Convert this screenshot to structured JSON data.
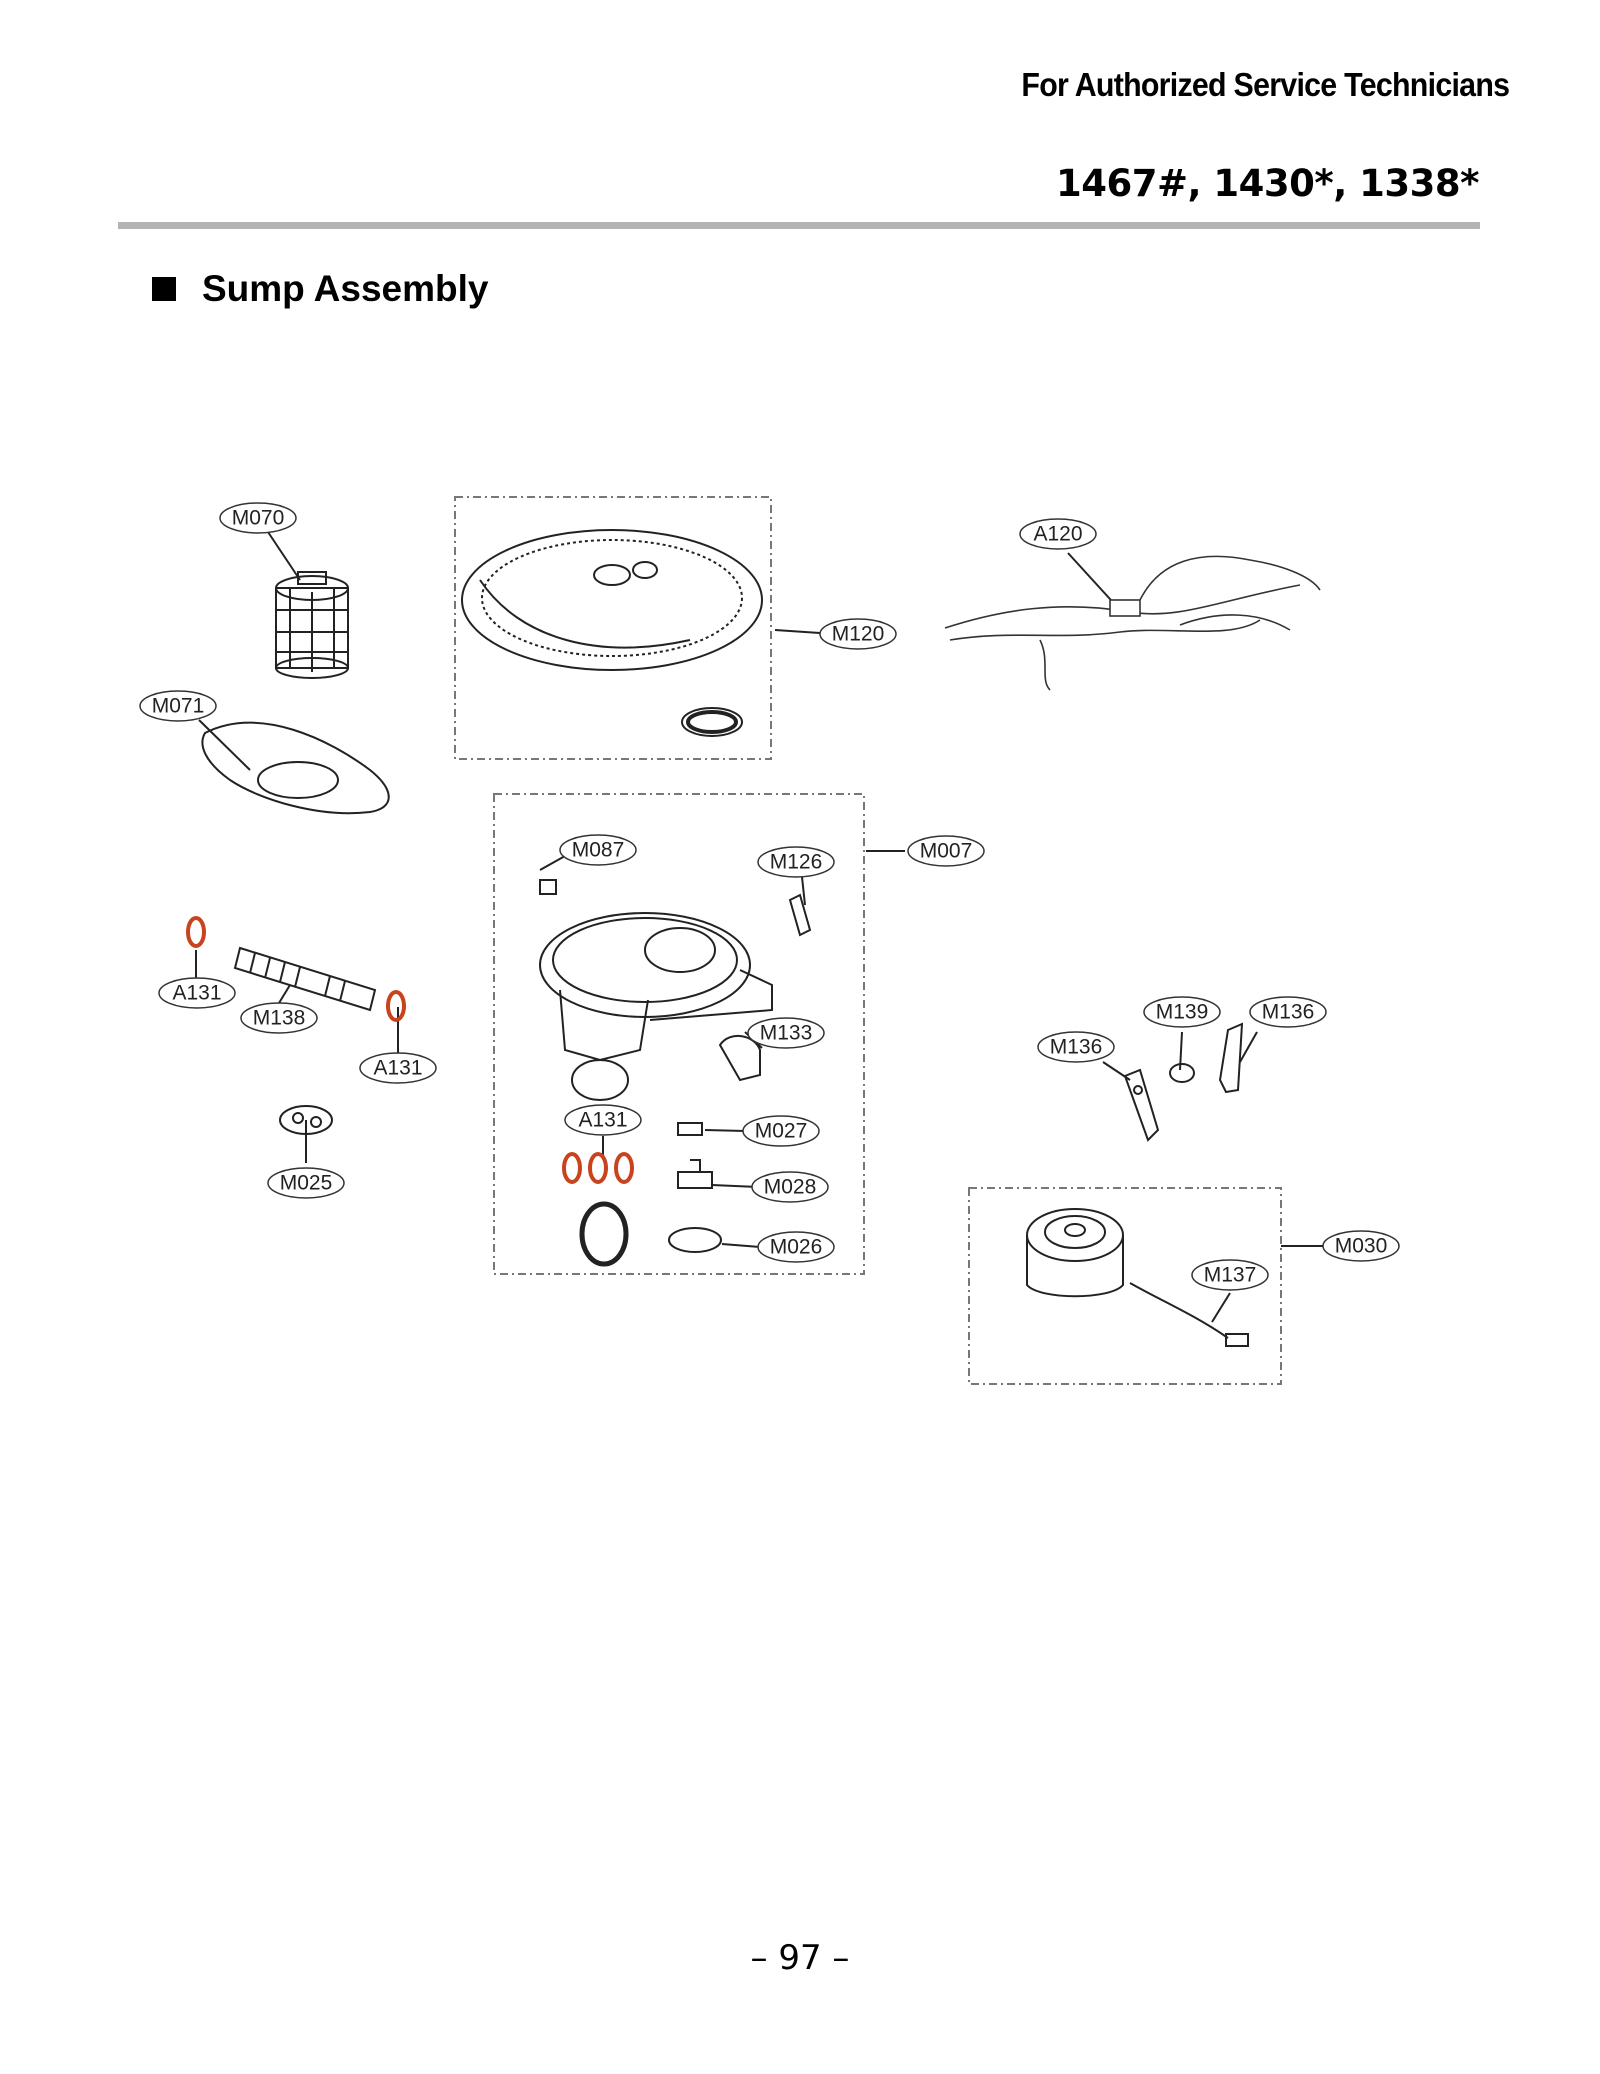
{
  "header": {
    "audience": "For Authorized Service Technicians",
    "models": "1467#, 1430*, 1338*"
  },
  "section": {
    "title": "Sump Assembly"
  },
  "callouts": {
    "M070": "M070",
    "M071": "M071",
    "M120": "M120",
    "A120": "A120",
    "M087": "M087",
    "M126": "M126",
    "M007": "M007",
    "A131_a": "A131",
    "M138": "M138",
    "A131_b": "A131",
    "M133": "M133",
    "A131_c": "A131",
    "M027": "M027",
    "M028": "M028",
    "M026": "M026",
    "M025": "M025",
    "M139": "M139",
    "M136_a": "M136",
    "M136_b": "M136",
    "M030": "M030",
    "M137": "M137"
  },
  "colors": {
    "oring": "#c8431e",
    "rule": "#b3b3b3"
  },
  "footer": {
    "page": "– 97 –"
  }
}
